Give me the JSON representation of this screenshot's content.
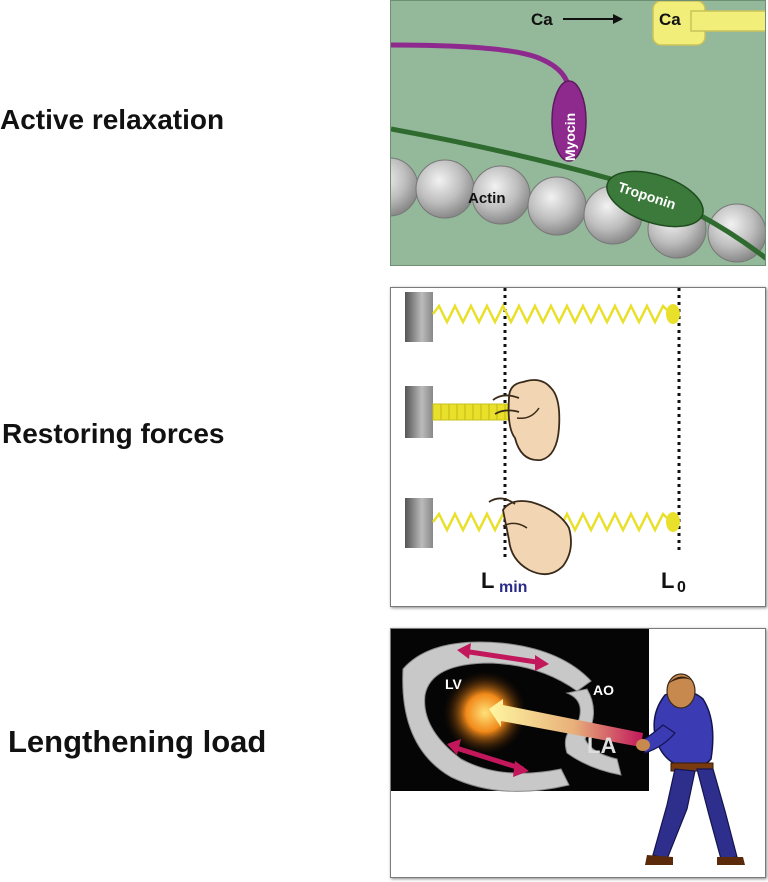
{
  "rows": [
    {
      "label": "Active relaxation"
    },
    {
      "label": "Restoring forces"
    },
    {
      "label": "Lengthening load"
    }
  ],
  "panel1": {
    "ca_left": "Ca",
    "ca_right": "Ca",
    "myocin": "Myocin",
    "troponin": "Troponin",
    "actin": "Actin"
  },
  "panel2": {
    "lmin_L": "L",
    "lmin_sub": "min",
    "l0_L": "L",
    "l0_sub": "0"
  },
  "panel3": {
    "lv": "LV",
    "ao": "AO",
    "la": "LA"
  },
  "colors": {
    "panel1_bg": "#94b89a",
    "myosin": "#8e2a8e",
    "actin_filament": "#2f6b2f",
    "troponin": "#3b7a3b",
    "calcium_yellow": "#f2ee7a",
    "spring_yellow": "#e8e02a",
    "pink_arrow": "#c2185b"
  }
}
